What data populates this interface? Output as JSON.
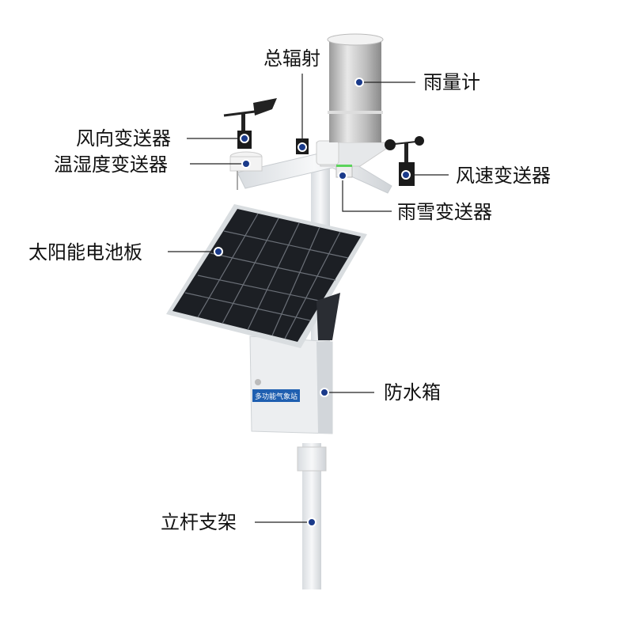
{
  "labels": {
    "radiation": "总辐射",
    "rain_gauge": "雨量计",
    "wind_direction": "风向变送器",
    "temp_humidity": "温湿度变送器",
    "wind_speed": "风速变送器",
    "rain_snow": "雨雪变送器",
    "solar_panel": "太阳能电池板",
    "waterproof_box": "防水箱",
    "pole": "立杆支架"
  },
  "box_plate": "多功能气象站",
  "colors": {
    "marker": "#1a3a8a",
    "leader_line": "#222222",
    "plate": "#1f5fb0"
  }
}
